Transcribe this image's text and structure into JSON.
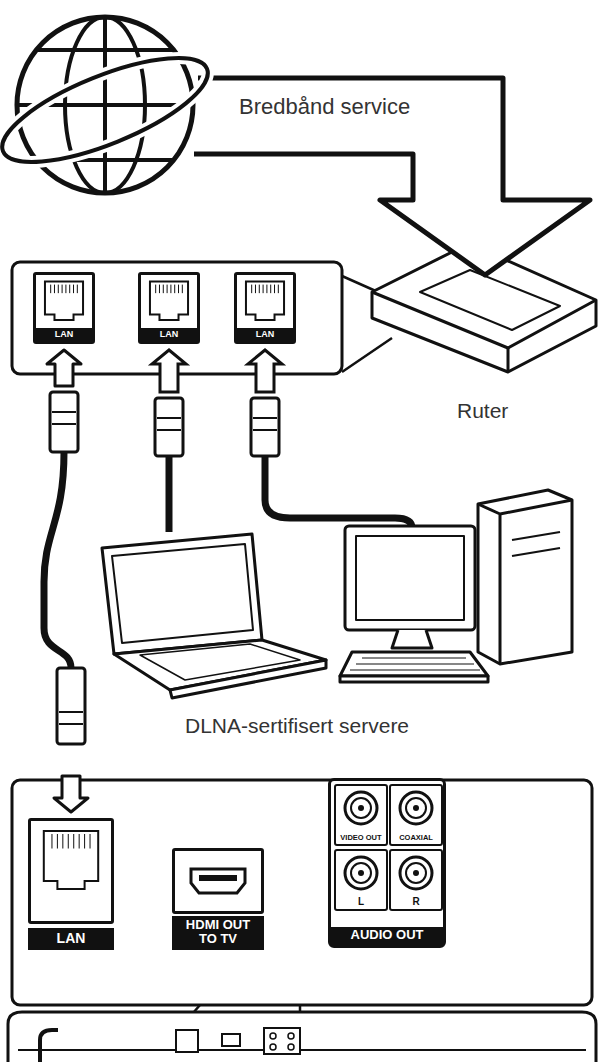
{
  "diagram": {
    "nodes": [
      {
        "text": [
          "Bredbånd service"
        ]
      },
      {
        "text": [
          "LAN"
        ]
      },
      {
        "text": [
          "LAN"
        ]
      },
      {
        "text": [
          "LAN"
        ]
      },
      {
        "text": [
          "Ruter"
        ]
      },
      {
        "text": [
          "LAN"
        ]
      },
      {
        "text": [
          "HDMI OUT TO TV"
        ]
      },
      {
        "text": [
          "AUDIO OUT"
        ]
      },
      {
        "text": [
          "VIDEO OUT"
        ],
        "in": 7
      },
      {
        "text": [
          "COAXIAL"
        ],
        "in": 7
      },
      {
        "text": [
          "L"
        ],
        "in": 7
      },
      {
        "text": [
          "R"
        ],
        "in": 7
      }
    ],
    "edges": [
      {
        "from": 0,
        "to": 4,
        "arrow": "to"
      },
      {
        "from": 1,
        "to": 5,
        "arrow": "both"
      }
    ],
    "labels": [
      "DLNA-sertifisert servere"
    ]
  }
}
